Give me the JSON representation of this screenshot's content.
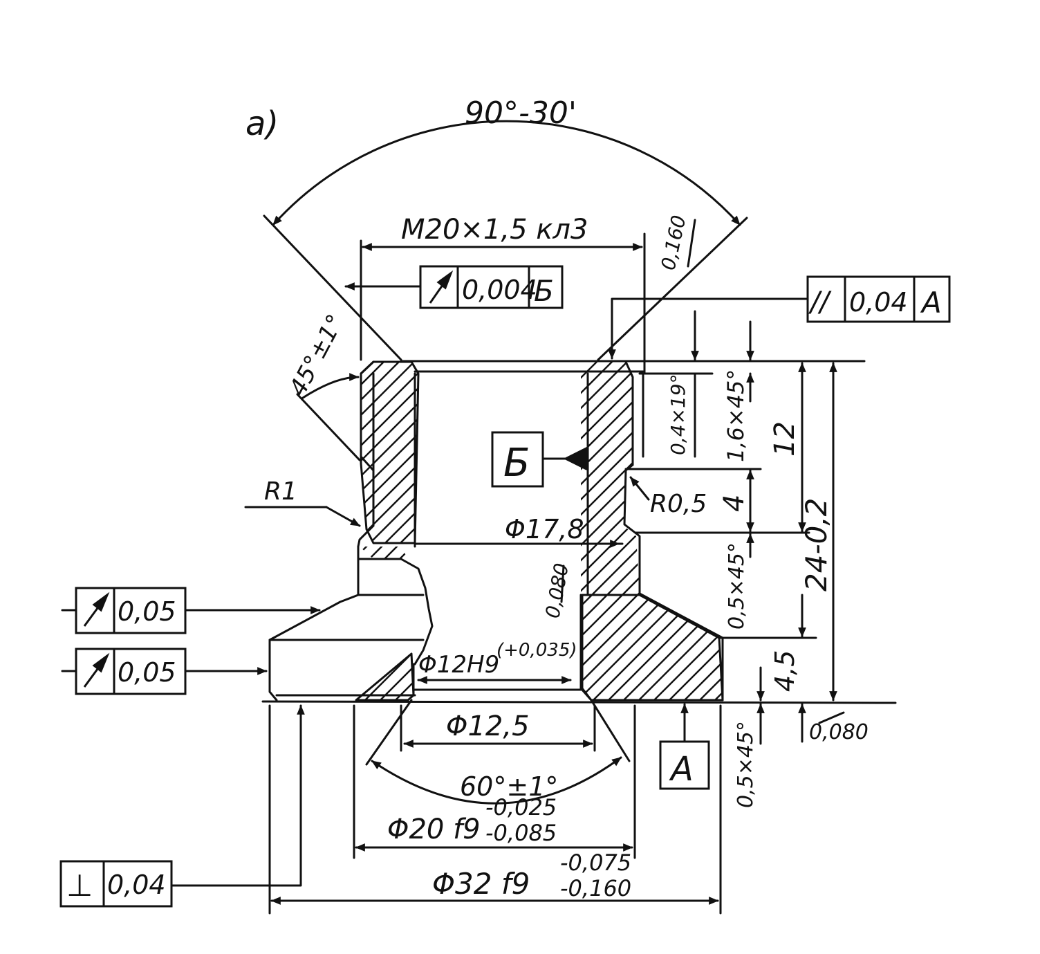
{
  "figure": {
    "label": "а)",
    "angle_top": "90°-30'",
    "thread": "М20×1,5 кл3",
    "upper_runout_frame": {
      "symbol": "runout",
      "value": "0,004",
      "datum": "Б"
    },
    "parallel_frame": {
      "symbol": "//",
      "value": "0,04",
      "datum": "А"
    },
    "runout_frame_1": {
      "symbol": "runout",
      "value": "0,05"
    },
    "runout_frame_2": {
      "symbol": "runout",
      "value": "0,05"
    },
    "perpendicular_frame": {
      "symbol": "⊥",
      "value": "0,04"
    },
    "datum_b": "Б",
    "datum_a": "А",
    "chamfer_angle": "45°±1°",
    "radius_1": "R1",
    "radius_05": "R0,5",
    "bore_178": "Φ17,8",
    "roughness_160": "0,160",
    "roughness_080_left": "0,080",
    "roughness_080_bottom": "0,080",
    "chamfer_04": "0,4×19°",
    "chamfer_16": "1,6×45°",
    "dim_12": "12",
    "dim_4": "4",
    "dim_24": "24-0,2",
    "chamfer_05_upper": "0,5×45°",
    "dim_45": "4,5",
    "chamfer_05_lower": "0,5×45°",
    "hole_12h9": "Φ12Н9",
    "hole_12h9_tol": "(+0,035)",
    "hole_125": "Φ12,5",
    "angle_60": "60°±1°",
    "dia_20": "Φ20 f9",
    "dia_20_tol_upper": "-0,025",
    "dia_20_tol_lower": "-0,085",
    "dia_32": "Φ32 f9",
    "dia_32_tol_upper": "-0,075",
    "dia_32_tol_lower": "-0,160"
  }
}
